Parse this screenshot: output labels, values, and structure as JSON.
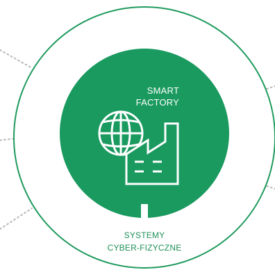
{
  "diagram": {
    "center": {
      "line1": "SMART",
      "line2": "FACTORY"
    },
    "bottom": {
      "line1": "SYSTEMY",
      "line2": "CYBER-FIZYCZNE"
    },
    "icons": [
      "globe-icon",
      "factory-icon"
    ]
  },
  "colors": {
    "accent_green": "#1a9a5f",
    "outline_green": "#1e9a5c",
    "label_green": "#1e8f58",
    "icon_white": "#ffffff",
    "connector_gray": "#b9b9b9",
    "background": "#ffffff"
  }
}
